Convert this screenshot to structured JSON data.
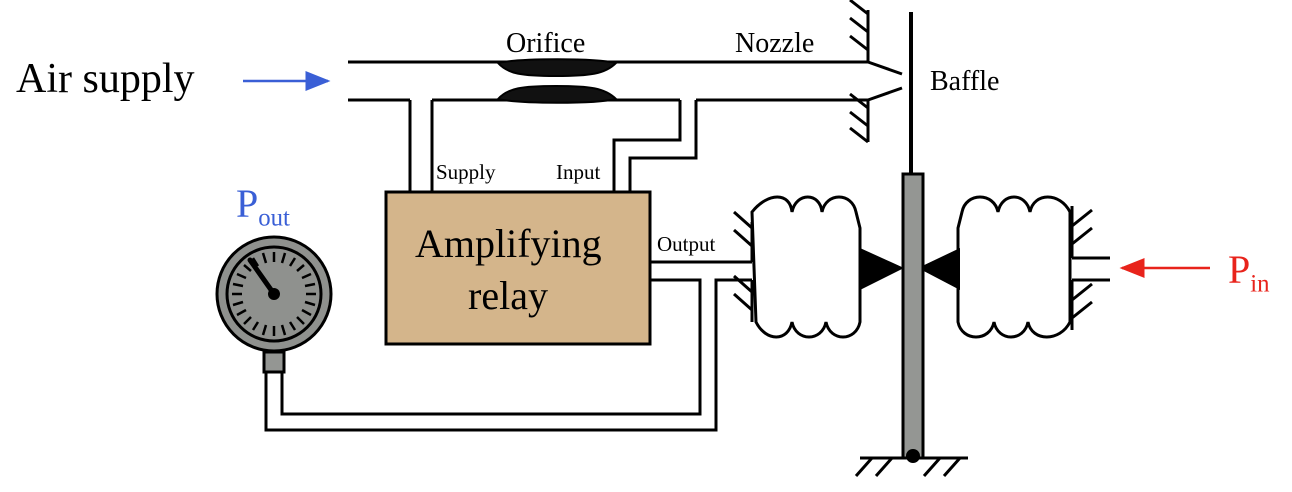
{
  "labels": {
    "air_supply": "Air supply",
    "orifice": "Orifice",
    "nozzle": "Nozzle",
    "baffle": "Baffle",
    "supply": "Supply",
    "input": "Input",
    "output": "Output",
    "relay_line1": "Amplifying",
    "relay_line2": "relay",
    "p_out_main": "P",
    "p_out_sub": "out",
    "p_in_main": "P",
    "p_in_sub": "in"
  },
  "colors": {
    "air_arrow": "#3a5fd6",
    "p_out": "#3a5fd6",
    "p_in": "#e8231b",
    "relay_fill": "#d4b58b",
    "gauge_face": "#8f918e",
    "bar_fill": "#949693"
  }
}
